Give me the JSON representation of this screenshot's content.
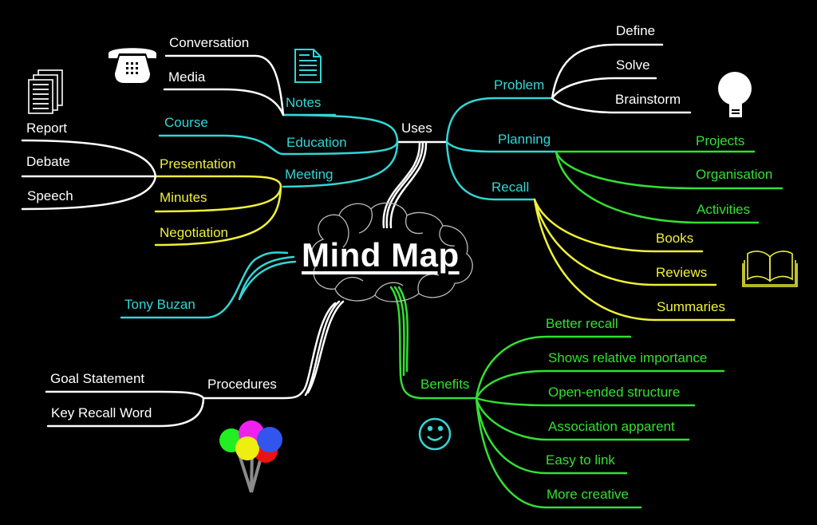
{
  "title": "Mind Map",
  "colors": {
    "background": "#000000",
    "white": "#ffffff",
    "cyan": "#33d6d6",
    "yellow": "#f0f03a",
    "green": "#33e033"
  },
  "icons": [
    "telephone-icon",
    "documents-icon",
    "document-icon",
    "lightbulb-icon",
    "book-icon",
    "smiley-icon",
    "balloons-icon",
    "brain-cloud-icon"
  ],
  "branches": {
    "uses": {
      "label": "Uses",
      "left": {
        "notes": {
          "label": "Notes",
          "children": [
            "Conversation",
            "Media"
          ]
        },
        "education": {
          "label": "Education",
          "children": [
            "Course"
          ]
        },
        "meeting": {
          "label": "Meeting",
          "children": [
            "Presentation",
            "Minutes",
            "Negotiation"
          ],
          "presentation_children": [
            "Report",
            "Debate",
            "Speech"
          ]
        }
      },
      "right": {
        "problem": {
          "label": "Problem",
          "children": [
            "Define",
            "Solve",
            "Brainstorm"
          ]
        },
        "planning": {
          "label": "Planning",
          "children": [
            "Projects",
            "Organisation",
            "Activities"
          ]
        },
        "recall": {
          "label": "Recall",
          "children": [
            "Books",
            "Reviews",
            "Summaries"
          ]
        }
      }
    },
    "tony": {
      "label": "Tony Buzan"
    },
    "procedures": {
      "label": "Procedures",
      "children": [
        "Goal Statement",
        "Key Recall Word"
      ]
    },
    "benefits": {
      "label": "Benefits",
      "children": [
        "Better recall",
        "Shows relative importance",
        "Open-ended structure",
        "Association apparent",
        "Easy to link",
        "More creative"
      ]
    }
  }
}
